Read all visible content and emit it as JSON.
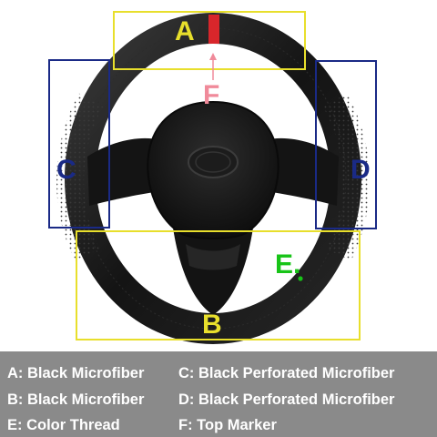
{
  "image": {
    "subject": "steering-wheel",
    "colors": {
      "wheel": "#161616",
      "background": "#ffffff",
      "marker_red": "#d8262b",
      "box_yellow": "#e8df2c",
      "box_navy": "#1a2a86",
      "arrow_pink": "#f08a9a",
      "thread_green": "#18c418",
      "legend_bg": "#8a8a8a",
      "legend_text": "#ffffff"
    }
  },
  "zones": {
    "a": {
      "letter": "A",
      "color": "#e8df2c"
    },
    "b": {
      "letter": "B",
      "color": "#e8df2c"
    },
    "c": {
      "letter": "C",
      "color": "#1a2a86"
    },
    "d": {
      "letter": "D",
      "color": "#1a2a86"
    },
    "e": {
      "letter": "E.",
      "color": "#18c418"
    },
    "f": {
      "letter": "F",
      "color": "#f08a9a"
    }
  },
  "legend": {
    "items": [
      {
        "text": "A: Black Microfiber"
      },
      {
        "text": "C: Black Perforated Microfiber"
      },
      {
        "text": "B: Black Microfiber"
      },
      {
        "text": "D: Black Perforated Microfiber"
      },
      {
        "text": "E: Color Thread"
      },
      {
        "text": "F: Top Marker"
      }
    ]
  }
}
